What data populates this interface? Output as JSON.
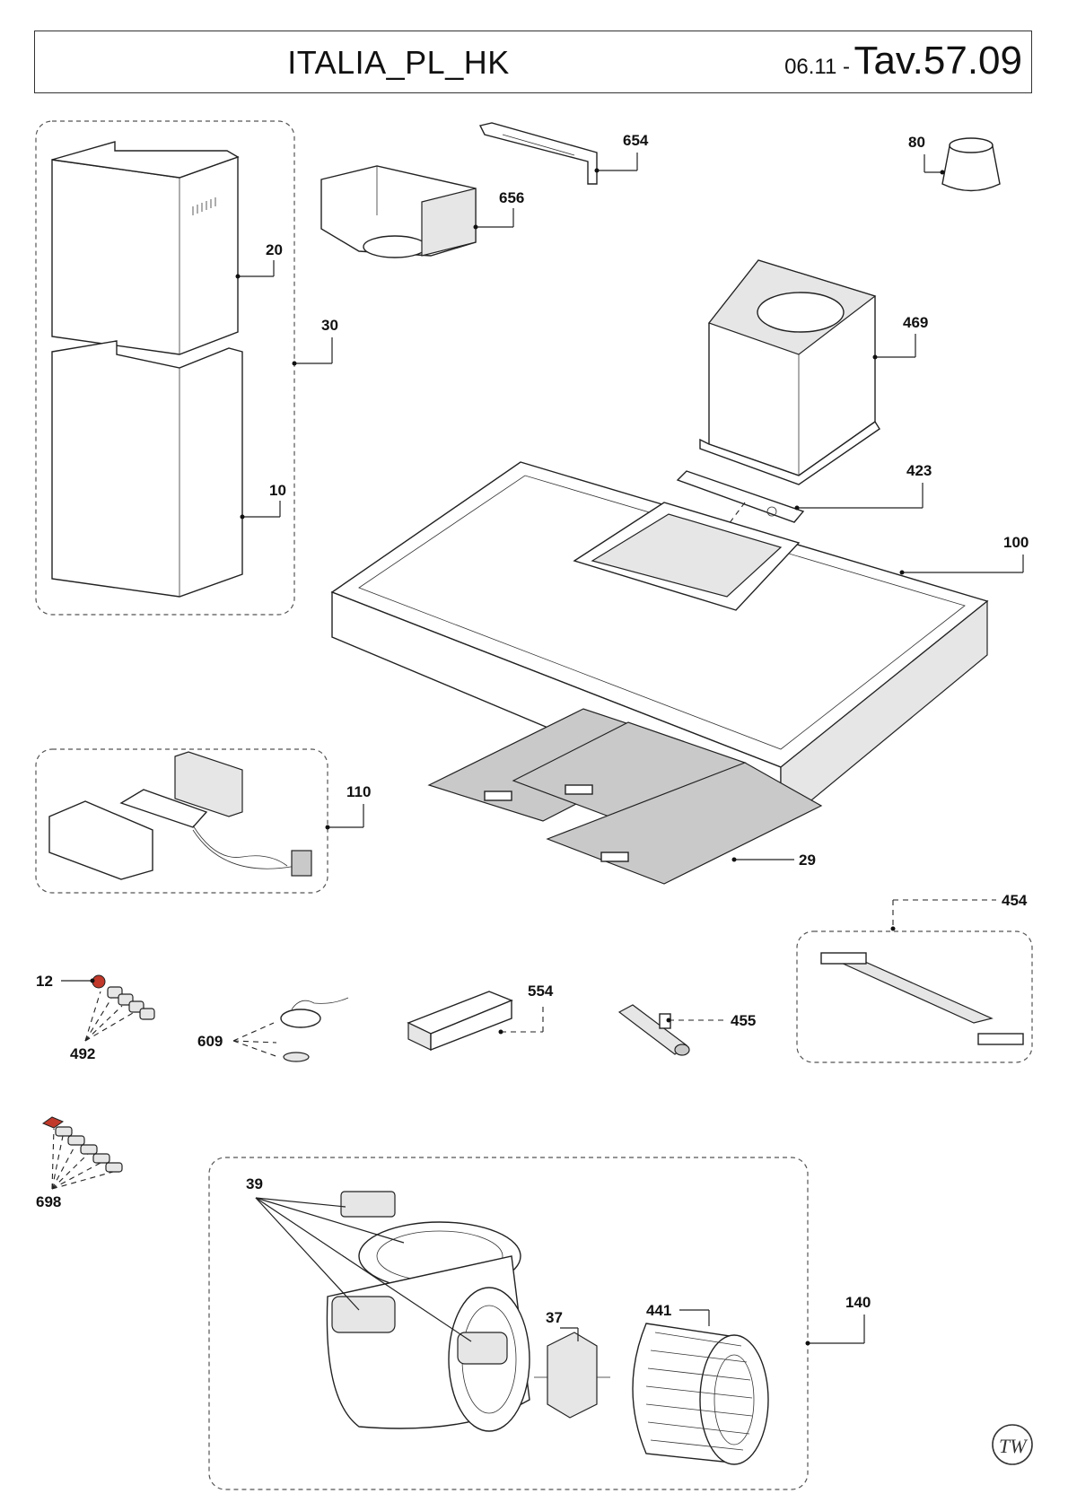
{
  "header": {
    "title": "ITALIA_PL_HK",
    "date": "06.11 -",
    "table_ref": "Tav.57.09"
  },
  "callouts": {
    "c654": "654",
    "c80": "80",
    "c656": "656",
    "c20": "20",
    "c30": "30",
    "c469": "469",
    "c10": "10",
    "c423": "423",
    "c100": "100",
    "c110": "110",
    "c29": "29",
    "c454": "454",
    "c12": "12",
    "c554": "554",
    "c455": "455",
    "c609": "609",
    "c492": "492",
    "c698": "698",
    "c39": "39",
    "c37": "37",
    "c441": "441",
    "c140": "140"
  },
  "logo": "TW"
}
